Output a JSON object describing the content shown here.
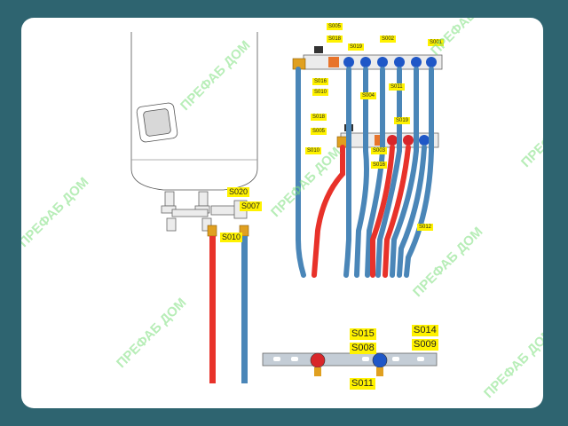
{
  "watermark": "ПРЕФАБ ДОМ",
  "colors": {
    "background": "#2e6470",
    "card": "#ffffff",
    "hot_pipe": "#e8322a",
    "cold_pipe": "#4a86b8",
    "label_bg": "#fff200",
    "valve_red": "#d8262a",
    "valve_blue": "#1f57c7",
    "fitting_brass": "#e0a020"
  },
  "labels": {
    "heater": {
      "s020": "S020",
      "s007": "S007",
      "s010": "S010"
    },
    "manifold_top": {
      "s005": "S005",
      "s018": "S018",
      "s019": "S019",
      "s002": "S002",
      "s001": "S001",
      "s016": "S016",
      "s010": "S010",
      "s004": "S004",
      "s011": "S011"
    },
    "manifold_bottom": {
      "s018": "S018",
      "s005": "S005",
      "s010": "S010",
      "s003": "S003",
      "s019": "S019",
      "s016": "S016",
      "s012": "S012"
    },
    "rail": {
      "s015": "S015",
      "s008": "S008",
      "s014": "S014",
      "s009": "S009",
      "s011": "S011"
    }
  }
}
